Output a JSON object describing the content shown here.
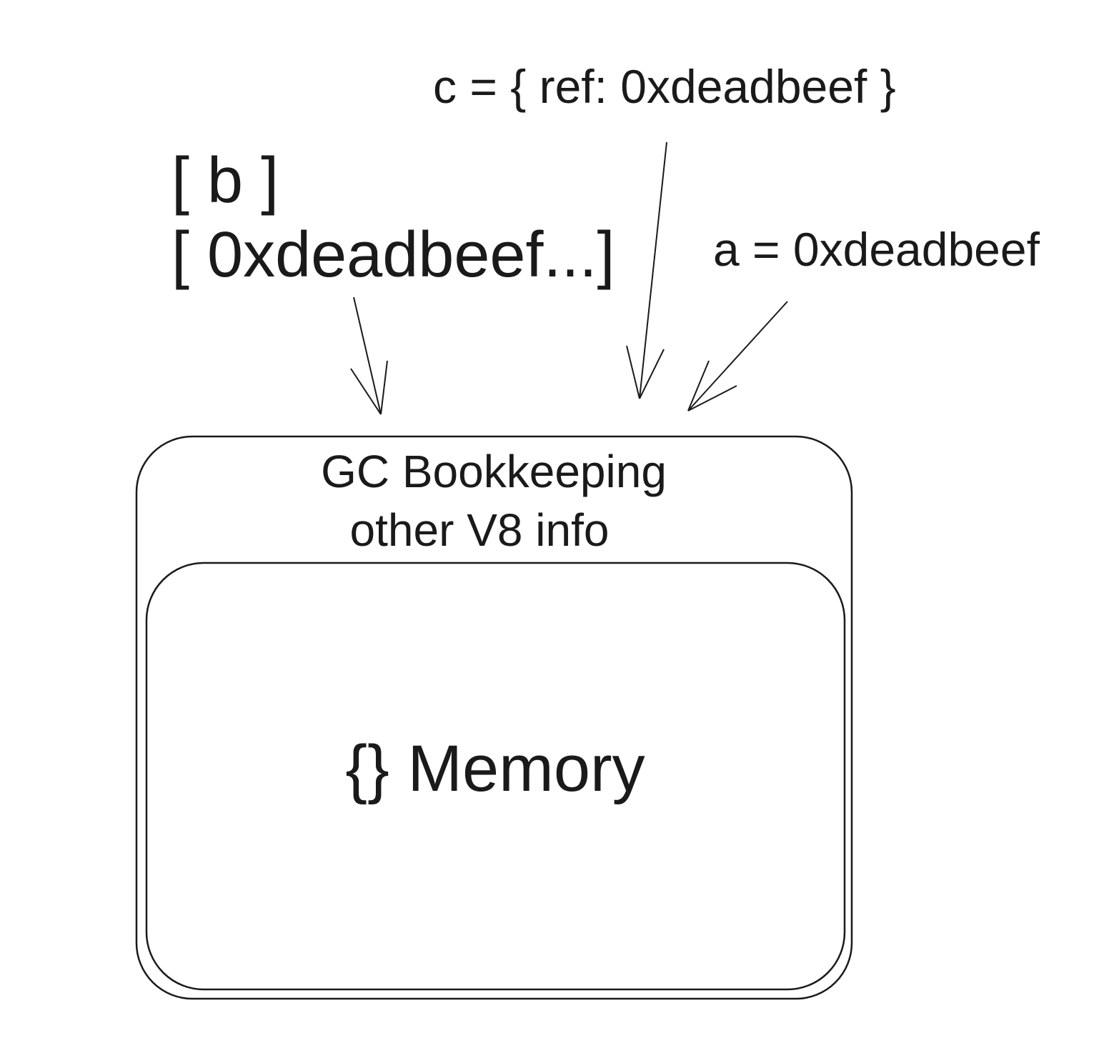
{
  "labels": {
    "c_object": "c = { ref: 0xdeadbeef }",
    "b_array_line1": "[ b ]",
    "b_array_line2": "[ 0xdeadbeef...]",
    "a_variable": "a = 0xdeadbeef",
    "heap_header_line1": "GC Bookkeeping",
    "heap_header_line2": "other V8 info",
    "memory": "{} Memory"
  },
  "colors": {
    "stroke": "#1a1a1a",
    "background": "#ffffff"
  }
}
